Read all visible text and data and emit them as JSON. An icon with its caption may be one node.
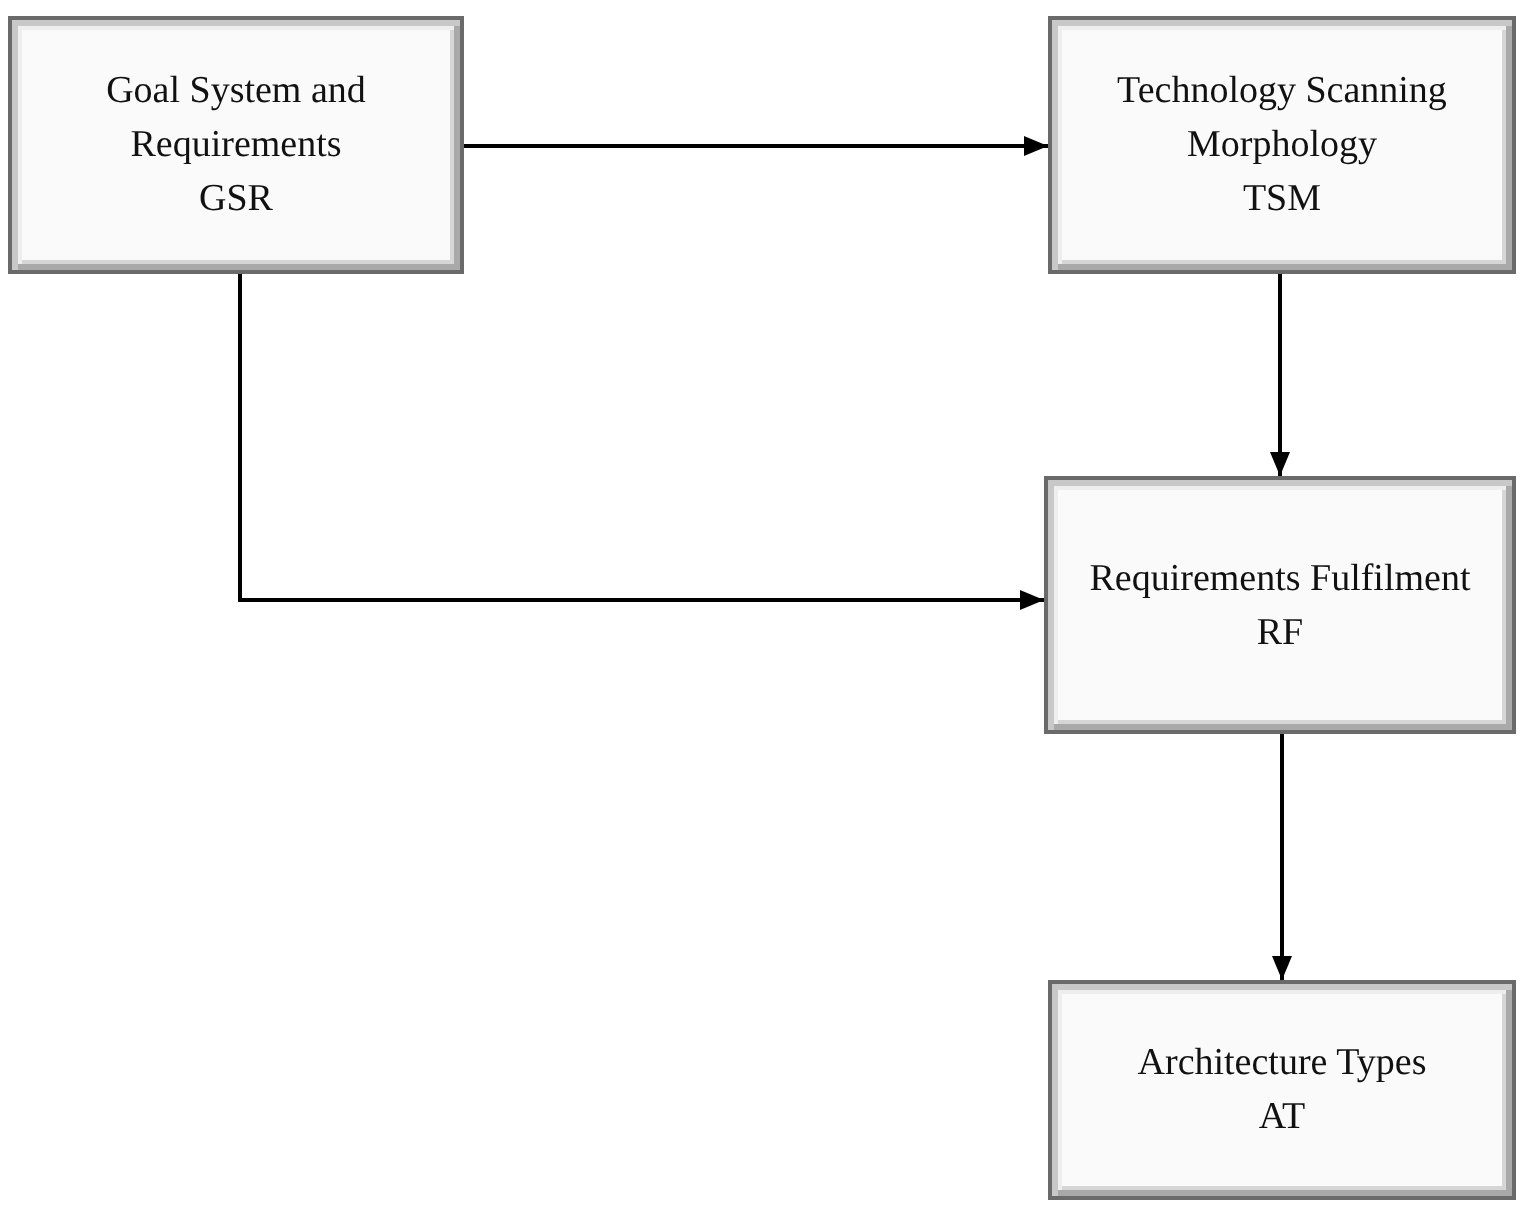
{
  "diagram": {
    "nodes": [
      {
        "text": [
          "Goal System and Requirements",
          "GSR"
        ]
      },
      {
        "text": [
          "Technology Scanning Morphology",
          "TSM"
        ]
      },
      {
        "text": [
          "Requirements Fulfilment",
          "RF"
        ]
      },
      {
        "text": [
          "Architecture Types",
          "AT"
        ]
      }
    ],
    "edges": [
      {
        "from": 0,
        "to": 1,
        "arrow": "to"
      },
      {
        "from": 1,
        "to": 2,
        "arrow": "to"
      },
      {
        "from": 0,
        "to": 2,
        "arrow": "to"
      },
      {
        "from": 2,
        "to": 3,
        "arrow": "to"
      }
    ]
  }
}
